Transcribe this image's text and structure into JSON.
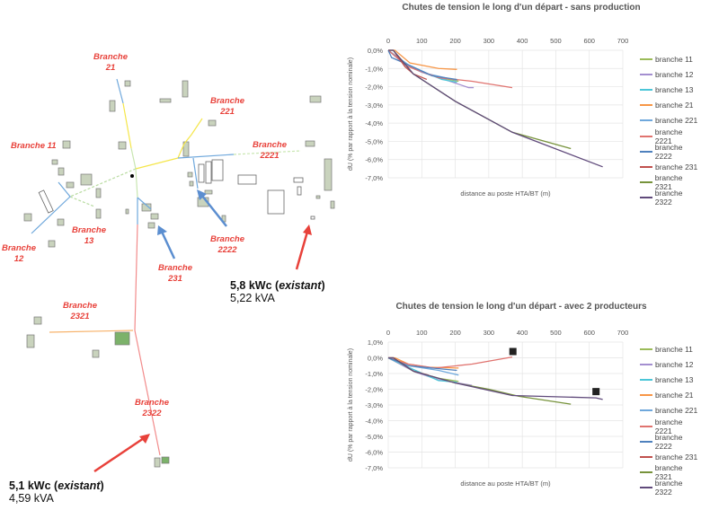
{
  "map": {
    "branch_labels": [
      {
        "id": "21",
        "text": "Branche\n21"
      },
      {
        "id": "221",
        "text": "Branche\n221"
      },
      {
        "id": "11",
        "text": "Branche 11"
      },
      {
        "id": "2221",
        "text": "Branche\n2221"
      },
      {
        "id": "13",
        "text": "Branche\n13"
      },
      {
        "id": "12",
        "text": "Branche\n12"
      },
      {
        "id": "231",
        "text": "Branche\n231"
      },
      {
        "id": "2222",
        "text": "Branche\n2222"
      },
      {
        "id": "2321",
        "text": "Branche\n2321"
      },
      {
        "id": "2322",
        "text": "Branche\n2322"
      }
    ],
    "producers": [
      {
        "power_prefix": "5,8 kWc (",
        "power_italic": "existant",
        "power_suffix": ")",
        "apparent": "5,22 kVA"
      },
      {
        "power_prefix": "5,1 kWc (",
        "power_italic": "existant",
        "power_suffix": ")",
        "apparent": "4,59 kVA"
      }
    ]
  },
  "legend_colors": {
    "branche 11": "#9bbb59",
    "branche 12": "#a48fd0",
    "branche 13": "#4bc6d8",
    "branche 21": "#f79646",
    "branche 221": "#6fa8dc",
    "branche 2221": "#e0736f",
    "branche 2222": "#4f81bd",
    "branche 231": "#c0504d",
    "branche 2321": "#77933c",
    "branche 2322": "#604a7b"
  },
  "chart_data": [
    {
      "type": "line",
      "title": "Chutes de tension le long d'un départ - sans production",
      "xlabel": "distance au poste HTA/BT (m)",
      "ylabel": "dU (% par rapport à la tension nominale)",
      "xlim": [
        0,
        700
      ],
      "ylim": [
        -7,
        0
      ],
      "xticks": [
        "0",
        "100",
        "200",
        "300",
        "400",
        "500",
        "600",
        "700"
      ],
      "yticks": [
        "0,0%",
        "-1,0%",
        "-2,0%",
        "-3,0%",
        "-4,0%",
        "-5,0%",
        "-6,0%",
        "-7,0%"
      ],
      "legend": "right",
      "grid": true,
      "series": [
        {
          "name": "branche 11",
          "points": [
            [
              0,
              0
            ],
            [
              50,
              -0.8
            ],
            [
              100,
              -1.2
            ],
            [
              150,
              -1.5
            ],
            [
              210,
              -1.7
            ]
          ]
        },
        {
          "name": "branche 12",
          "points": [
            [
              0,
              0
            ],
            [
              50,
              -0.8
            ],
            [
              100,
              -1.2
            ],
            [
              150,
              -1.5
            ],
            [
              200,
              -1.8
            ],
            [
              240,
              -2.05
            ],
            [
              255,
              -2.05
            ]
          ]
        },
        {
          "name": "branche 13",
          "points": [
            [
              0,
              0
            ],
            [
              60,
              -0.8
            ],
            [
              120,
              -1.3
            ],
            [
              160,
              -1.6
            ],
            [
              205,
              -1.75
            ]
          ]
        },
        {
          "name": "branche 21",
          "points": [
            [
              0,
              0
            ],
            [
              20,
              0
            ],
            [
              65,
              -0.7
            ],
            [
              150,
              -1.0
            ],
            [
              205,
              -1.05
            ]
          ]
        },
        {
          "name": "branche 221",
          "points": [
            [
              0,
              0
            ],
            [
              60,
              -0.8
            ],
            [
              120,
              -1.3
            ],
            [
              205,
              -1.65
            ]
          ]
        },
        {
          "name": "branche 2221",
          "points": [
            [
              0,
              0
            ],
            [
              60,
              -0.9
            ],
            [
              150,
              -1.5
            ],
            [
              250,
              -1.7
            ],
            [
              370,
              -2.05
            ]
          ]
        },
        {
          "name": "branche 2222",
          "points": [
            [
              0,
              0
            ],
            [
              10,
              -0.4
            ],
            [
              60,
              -0.8
            ],
            [
              130,
              -1.4
            ],
            [
              205,
              -1.6
            ]
          ]
        },
        {
          "name": "branche 231",
          "points": [
            [
              0,
              0
            ],
            [
              15,
              0
            ],
            [
              50,
              -0.9
            ],
            [
              75,
              -1.3
            ],
            [
              115,
              -1.6
            ]
          ]
        },
        {
          "name": "branche 2321",
          "points": [
            [
              0,
              0
            ],
            [
              15,
              0
            ],
            [
              75,
              -1.3
            ],
            [
              200,
              -2.8
            ],
            [
              370,
              -4.5
            ],
            [
              545,
              -5.4
            ]
          ]
        },
        {
          "name": "branche 2322",
          "points": [
            [
              0,
              0
            ],
            [
              15,
              0
            ],
            [
              75,
              -1.3
            ],
            [
              200,
              -2.8
            ],
            [
              370,
              -4.5
            ],
            [
              640,
              -6.4
            ]
          ]
        }
      ],
      "markers": []
    },
    {
      "type": "line",
      "title": "Chutes de tension le long d'un départ - avec 2 producteurs",
      "xlabel": "distance au poste HTA/BT (m)",
      "ylabel": "dU (% par rapport à la tension nominale)",
      "xlim": [
        0,
        700
      ],
      "ylim": [
        -7,
        1
      ],
      "xticks": [
        "0",
        "100",
        "200",
        "300",
        "400",
        "500",
        "600",
        "700"
      ],
      "yticks": [
        "1,0%",
        "0,0%",
        "-1,0%",
        "-2,0%",
        "-3,0%",
        "-4,0%",
        "-5,0%",
        "-6,0%",
        "-7,0%"
      ],
      "legend": "right",
      "grid": true,
      "series": [
        {
          "name": "branche 11",
          "points": [
            [
              0,
              0
            ],
            [
              80,
              -0.9
            ],
            [
              150,
              -1.3
            ],
            [
              210,
              -1.5
            ]
          ]
        },
        {
          "name": "branche 12",
          "points": [
            [
              0,
              0
            ],
            [
              80,
              -0.9
            ],
            [
              150,
              -1.4
            ],
            [
              250,
              -1.75
            ]
          ]
        },
        {
          "name": "branche 13",
          "points": [
            [
              0,
              0
            ],
            [
              60,
              -0.6
            ],
            [
              150,
              -1.45
            ],
            [
              205,
              -1.55
            ]
          ]
        },
        {
          "name": "branche 21",
          "points": [
            [
              0,
              0
            ],
            [
              20,
              0
            ],
            [
              60,
              -0.4
            ],
            [
              120,
              -0.6
            ],
            [
              210,
              -0.65
            ]
          ]
        },
        {
          "name": "branche 221",
          "points": [
            [
              0,
              0
            ],
            [
              60,
              -0.5
            ],
            [
              150,
              -0.8
            ],
            [
              210,
              -1.1
            ]
          ]
        },
        {
          "name": "branche 2221",
          "points": [
            [
              0,
              0
            ],
            [
              60,
              -0.4
            ],
            [
              140,
              -0.65
            ],
            [
              250,
              -0.4
            ],
            [
              370,
              0.05
            ]
          ]
        },
        {
          "name": "branche 2222",
          "points": [
            [
              0,
              0
            ],
            [
              60,
              -0.5
            ],
            [
              130,
              -0.65
            ],
            [
              205,
              -0.8
            ]
          ]
        },
        {
          "name": "branche 231",
          "points": [
            [
              0,
              0
            ],
            [
              15,
              0
            ],
            [
              75,
              -0.85
            ],
            [
              120,
              -1.1
            ]
          ]
        },
        {
          "name": "branche 2321",
          "points": [
            [
              0,
              0
            ],
            [
              15,
              0
            ],
            [
              75,
              -0.85
            ],
            [
              200,
              -1.6
            ],
            [
              300,
              -2.0
            ],
            [
              390,
              -2.45
            ],
            [
              545,
              -2.95
            ]
          ]
        },
        {
          "name": "branche 2322",
          "points": [
            [
              0,
              0
            ],
            [
              15,
              0
            ],
            [
              75,
              -0.85
            ],
            [
              200,
              -1.6
            ],
            [
              370,
              -2.4
            ],
            [
              620,
              -2.55
            ],
            [
              640,
              -2.65
            ]
          ]
        }
      ],
      "markers": [
        [
          372,
          0.4
        ],
        [
          620,
          -2.15
        ]
      ]
    }
  ]
}
